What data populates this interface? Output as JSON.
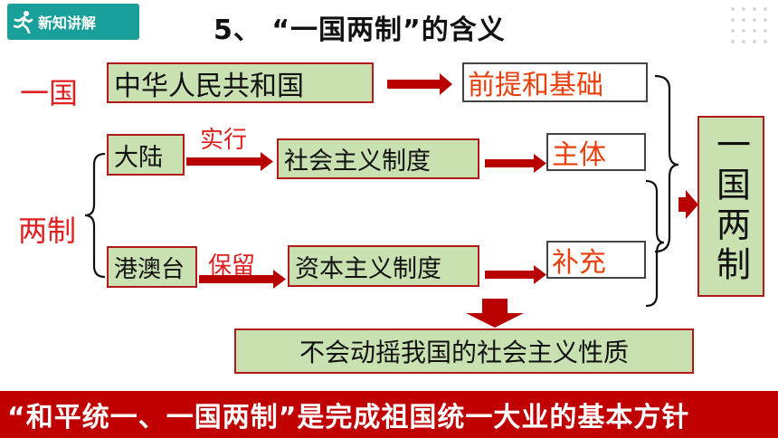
{
  "header": {
    "badge_label": "新知讲解",
    "title": "5、 “一国两制”的含义"
  },
  "diagram": {
    "label_one_country": "一国",
    "label_two_systems": "两制",
    "row1": {
      "source": "中华人民共和国",
      "target": "前提和基础"
    },
    "row2": {
      "source": "大陆",
      "action": "实行",
      "system": "社会主义制度",
      "role": "主体"
    },
    "row3": {
      "source": "港澳台",
      "action": "保留",
      "system": "资本主义制度",
      "role": "补充"
    },
    "result": "不会动摇我国的社会主义性质",
    "summary_vertical": "一国两制"
  },
  "footer": {
    "policy_text": "“和平统一、一国两制”是完成祖国统一大业的基本方针"
  },
  "colors": {
    "teal_badge": "#1aa09a",
    "box_green": "#c9e0b1",
    "box_border_red": "#b21a1a",
    "arrow_red": "#b80000",
    "accent_red": "#e02020",
    "orange_text": "#e8400c",
    "footer_red": "#c00000"
  },
  "icons": {
    "badge_icon": "runner-icon",
    "decor": "dot-grid-icon"
  }
}
